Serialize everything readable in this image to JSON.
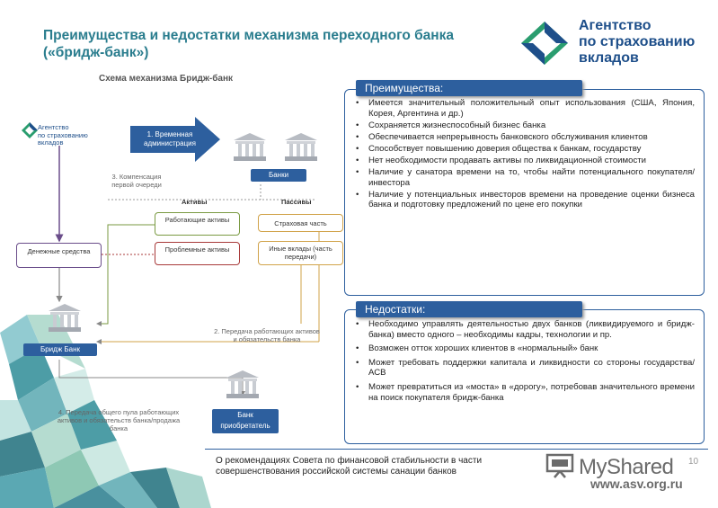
{
  "header": {
    "title": "Преимущества и недостатки механизма переходного банка («бридж-банк»)",
    "logo_line1": "Агентство",
    "logo_line2": "по страхованию",
    "logo_line3": "вкладов"
  },
  "diagram": {
    "title": "Схема механизма Бридж-банк",
    "small_logo_line1": "Агентство",
    "small_logo_line2": "по страхованию",
    "small_logo_line3": "вкладов",
    "step1": "1. Временная администрация",
    "banks_label": "Банки",
    "step3": "3. Компенсация первой очереди",
    "assets_header": "Активы",
    "liabilities_header": "Пассивы",
    "working_assets": "Работающие активы",
    "problem_assets": "Проблемные активы",
    "insured_part": "Страховая часть",
    "other_deposits": "Иные вклады (часть передачи)",
    "cash": "Денежные средства",
    "step2": "2. Передача работающих активов и обязательств банка",
    "bridge_bank": "Бридж Банк",
    "step4": "4. Передача общего пула работающих активов и обязательств банка/продажа банка",
    "acquirer_bank": "Банк приобретатель"
  },
  "advantages": {
    "heading": "Преимущества:",
    "items": [
      "Имеется значительный положительный опыт использования (США, Япония, Корея, Аргентина и др.)",
      "Сохраняется жизнеспособный бизнес банка",
      "Обеспечивается непрерывность банковского обслуживания клиентов",
      "Способствует повышению доверия общества к банкам, государству",
      "Нет необходимости продавать активы по ликвидационной стоимости",
      "Наличие у санатора времени на то, чтобы найти потенциального покупателя/инвестора",
      "Наличие у потенциальных инвесторов времени на проведение оценки бизнеса банка и подготовку предложений по цене его покупки"
    ]
  },
  "disadvantages": {
    "heading": "Недостатки:",
    "items": [
      "Необходимо управлять деятельностью двух банков (ликвидируемого и бридж-банка) вместо одного – необходимы кадры, технологии и пр.",
      "Возможен отток хороших клиентов в «нормальный» банк",
      "Может требовать поддержки капитала и ликвидности со стороны государства/АСВ",
      "Может превратиться из «моста» в «дорогу», потребовав значительного времени на поиск покупателя бридж-банка"
    ]
  },
  "footer": {
    "text": "О рекомендациях Совета по финансовой стабильности в части совершенствования российской системы санации банков",
    "page": "10",
    "watermark": "MyShared",
    "site": "www.asv.org.ru"
  }
}
